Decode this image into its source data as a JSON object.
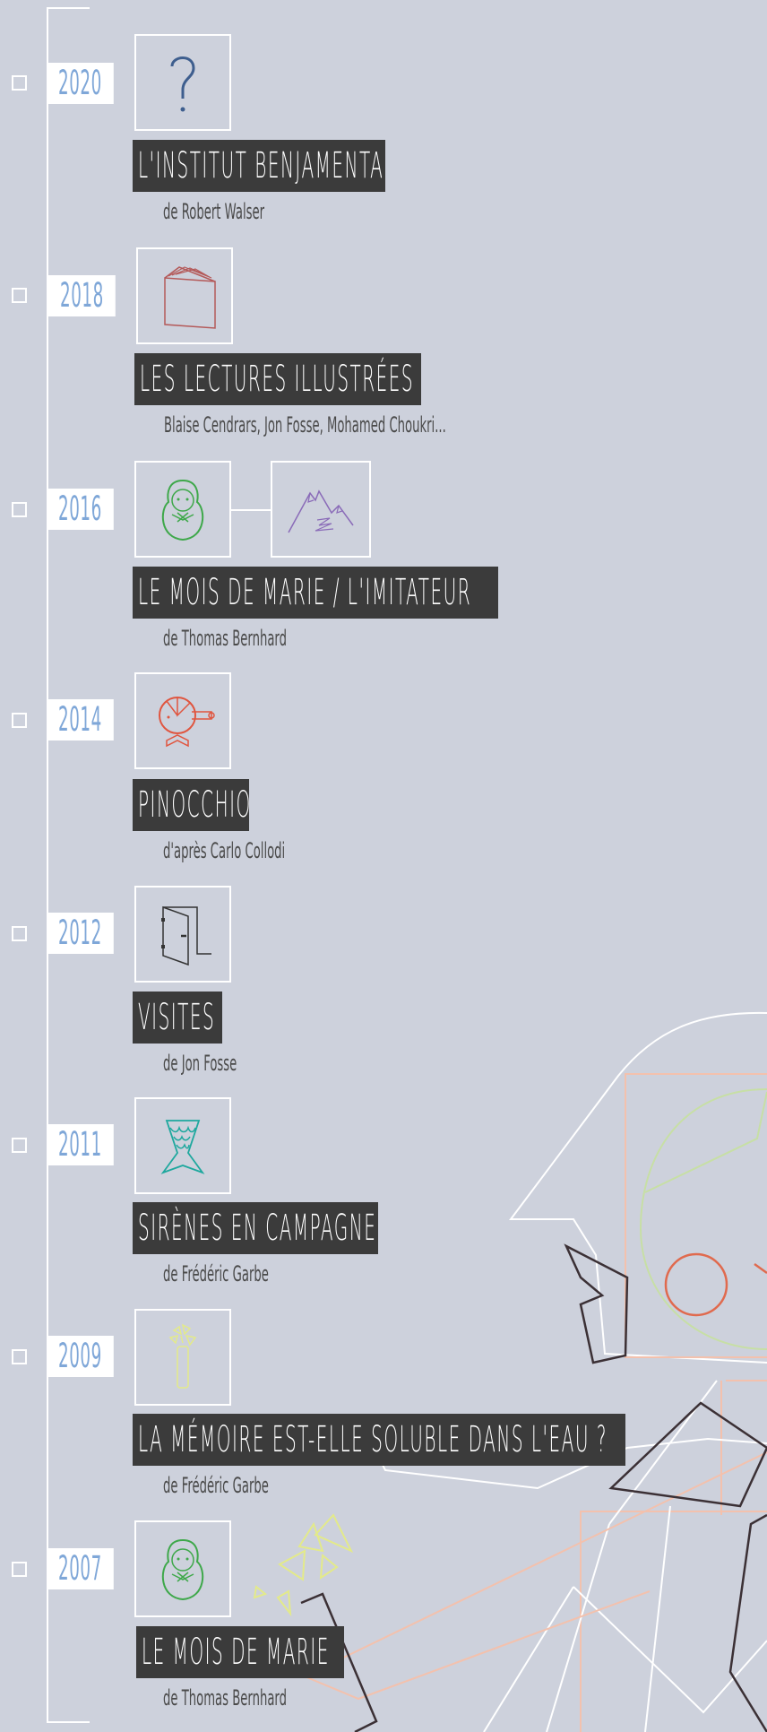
{
  "colors": {
    "background": "#cdd1dc",
    "line": "#ffffff",
    "year_text": "#7fa7d8",
    "title_bg": "#3b3b3b",
    "title_text": "#ffffff",
    "subtitle_text": "#4a4a4a"
  },
  "timeline": [
    {
      "year": "2020",
      "title": "L'INSTITUT BENJAMENTA",
      "subtitle": "de Robert Walser",
      "icons": [
        "question-mark-icon"
      ]
    },
    {
      "year": "2018",
      "title": "LES LECTURES ILLUSTRÉES",
      "subtitle": "Blaise Cendrars, Jon Fosse, Mohamed Choukri...",
      "icons": [
        "book-icon"
      ]
    },
    {
      "year": "2016",
      "title": "LE MOIS DE MARIE / L'IMITATEUR",
      "subtitle": "de Thomas Bernhard",
      "icons": [
        "matryoshka-doll-icon",
        "mountains-icon"
      ]
    },
    {
      "year": "2014",
      "title": "PINOCCHIO",
      "subtitle": "d'après Carlo Collodi",
      "icons": [
        "pinocchio-head-icon"
      ]
    },
    {
      "year": "2012",
      "title": "VISITES",
      "subtitle": "de Jon Fosse",
      "icons": [
        "open-door-icon"
      ]
    },
    {
      "year": "2011",
      "title": "SIRÈNES EN CAMPAGNE",
      "subtitle": "de Frédéric Garbe",
      "icons": [
        "mermaid-tail-icon"
      ]
    },
    {
      "year": "2009",
      "title": "LA MÉMOIRE EST-ELLE SOLUBLE DANS L'EAU ?",
      "subtitle": "de Frédéric Garbe",
      "icons": [
        "dissolving-tablet-icon"
      ]
    },
    {
      "year": "2007",
      "title": "LE MOIS DE MARIE",
      "subtitle": "de Thomas Bernhard",
      "icons": [
        "matryoshka-doll-icon"
      ]
    }
  ]
}
